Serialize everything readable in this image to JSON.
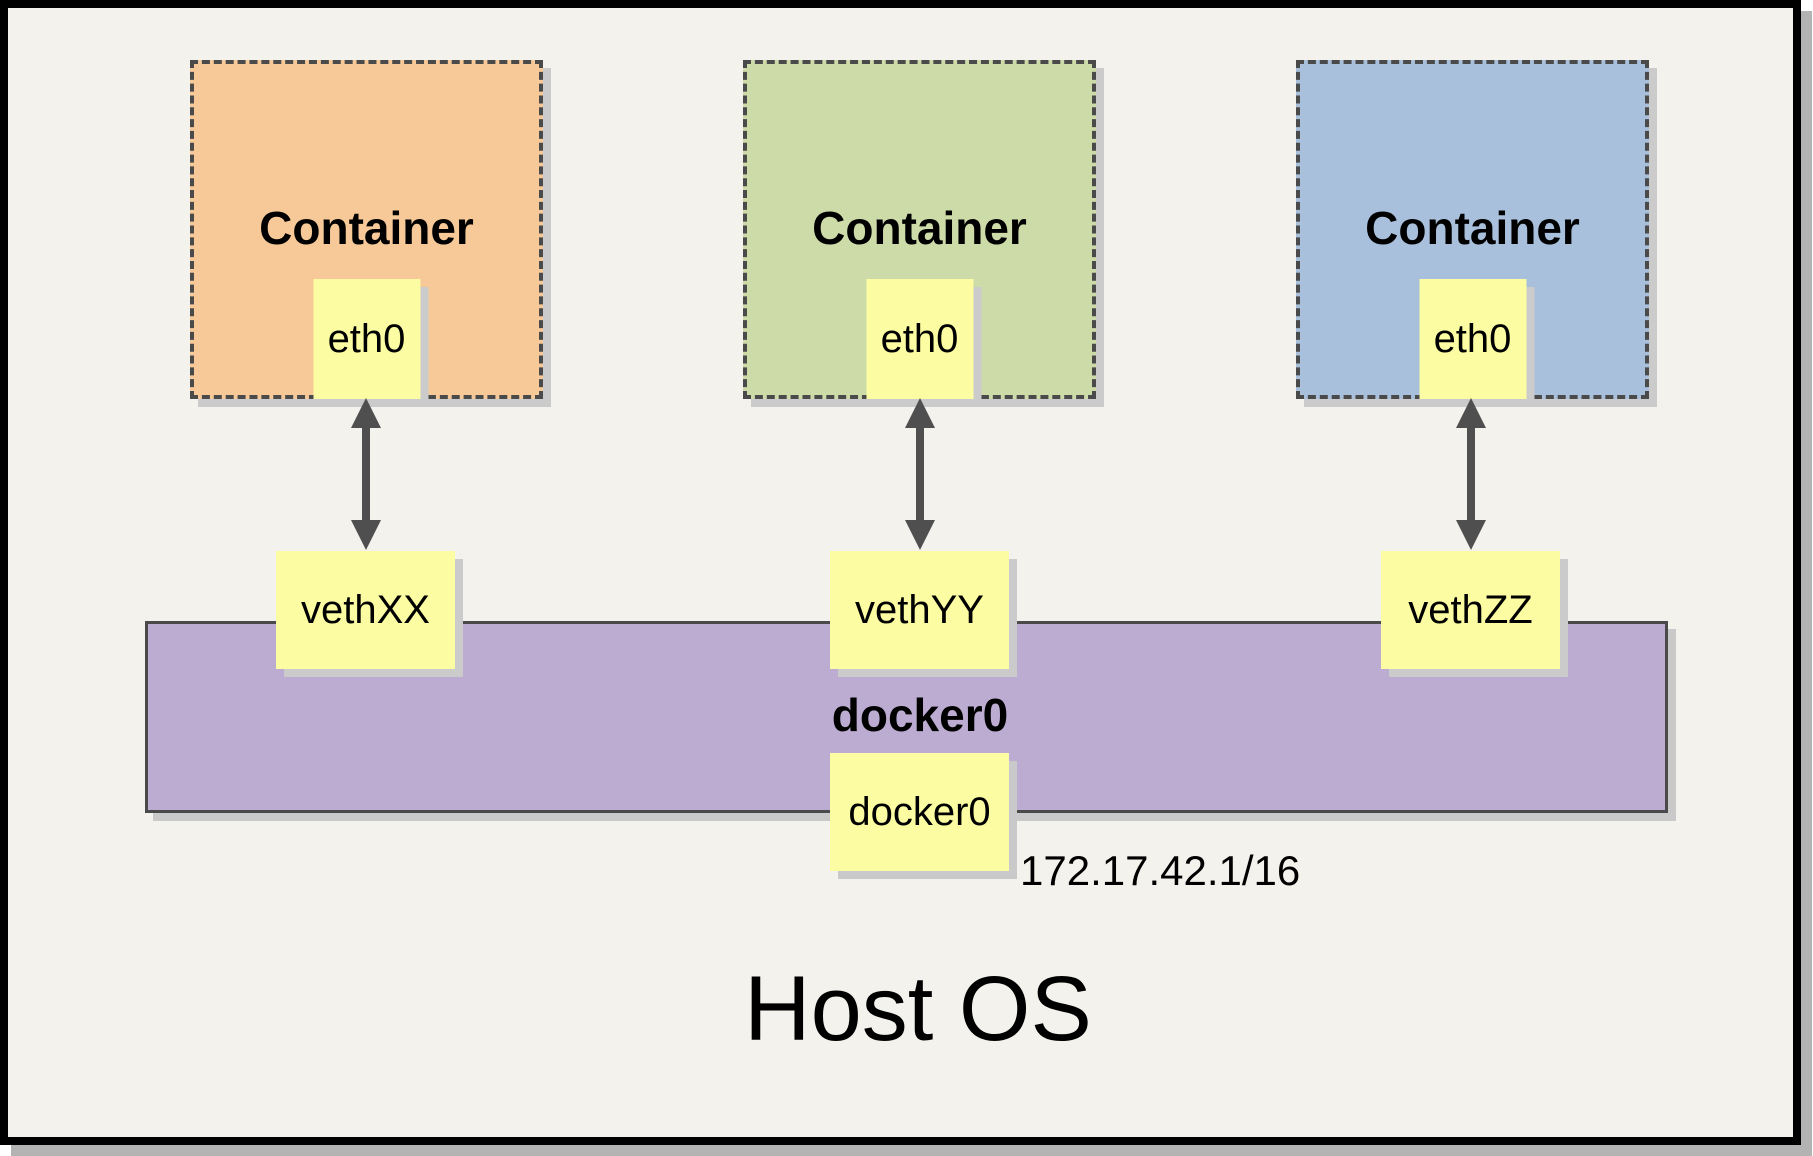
{
  "host": {
    "label": "Host OS"
  },
  "containers": [
    {
      "label": "Container",
      "interface": "eth0",
      "veth": "vethXX",
      "fill": "#F7C998"
    },
    {
      "label": "Container",
      "interface": "eth0",
      "veth": "vethYY",
      "fill": "#CDDBA9"
    },
    {
      "label": "Container",
      "interface": "eth0",
      "veth": "vethZZ",
      "fill": "#A9C0DD"
    }
  ],
  "bridge": {
    "name": "docker0",
    "interface": "docker0",
    "ip": "172.17.42.1/16",
    "fill": "#BCACD2"
  },
  "colors": {
    "panel_background": "#F4F2EC",
    "note_yellow": "#FCFCA2",
    "dashed_border": "#4A4A4A",
    "arrow_gray": "#4F4F4F",
    "shadow_gray": "#CBCBCB"
  }
}
